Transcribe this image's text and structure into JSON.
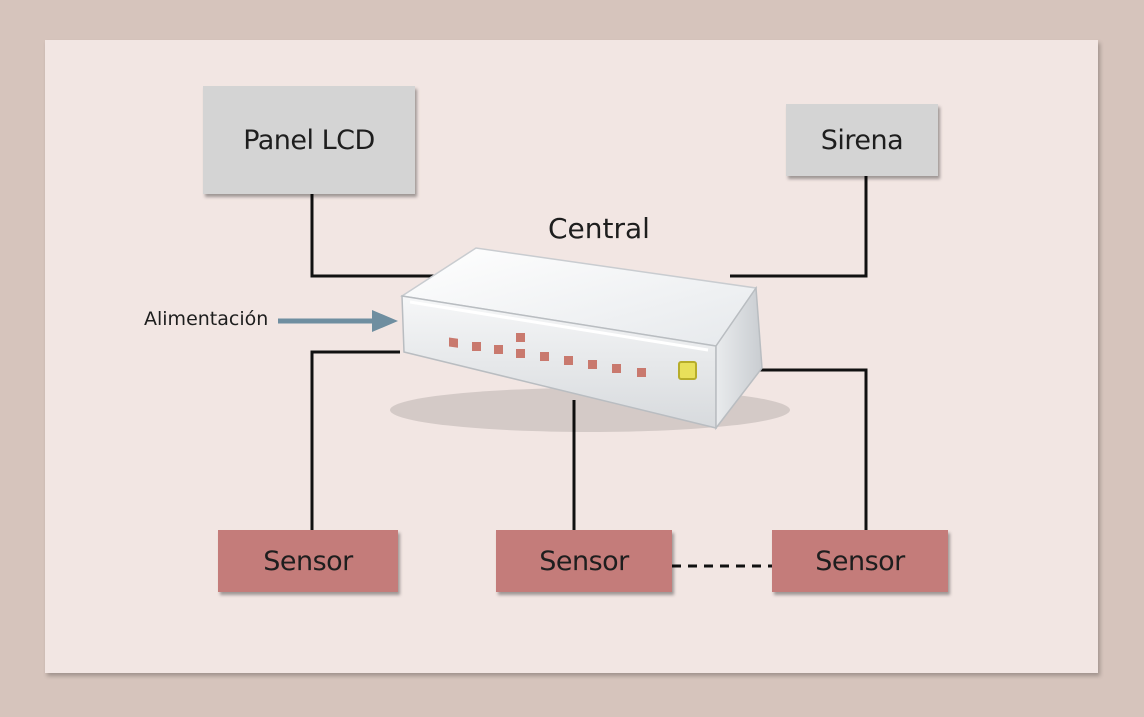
{
  "diagram": {
    "title": "Central",
    "power_label": "Alimentación",
    "nodes": {
      "panel": "Panel LCD",
      "siren": "Sirena",
      "sensors": [
        "Sensor",
        "Sensor",
        "Sensor"
      ]
    },
    "colors": {
      "background": "#d6c4bc",
      "panel": "#f2e6e3",
      "output_box": "#d4d4d4",
      "sensor_box": "#c47c7a",
      "arrow": "#6f8ea0",
      "led": "#c9796e",
      "status_led": "#e8e05a"
    }
  }
}
